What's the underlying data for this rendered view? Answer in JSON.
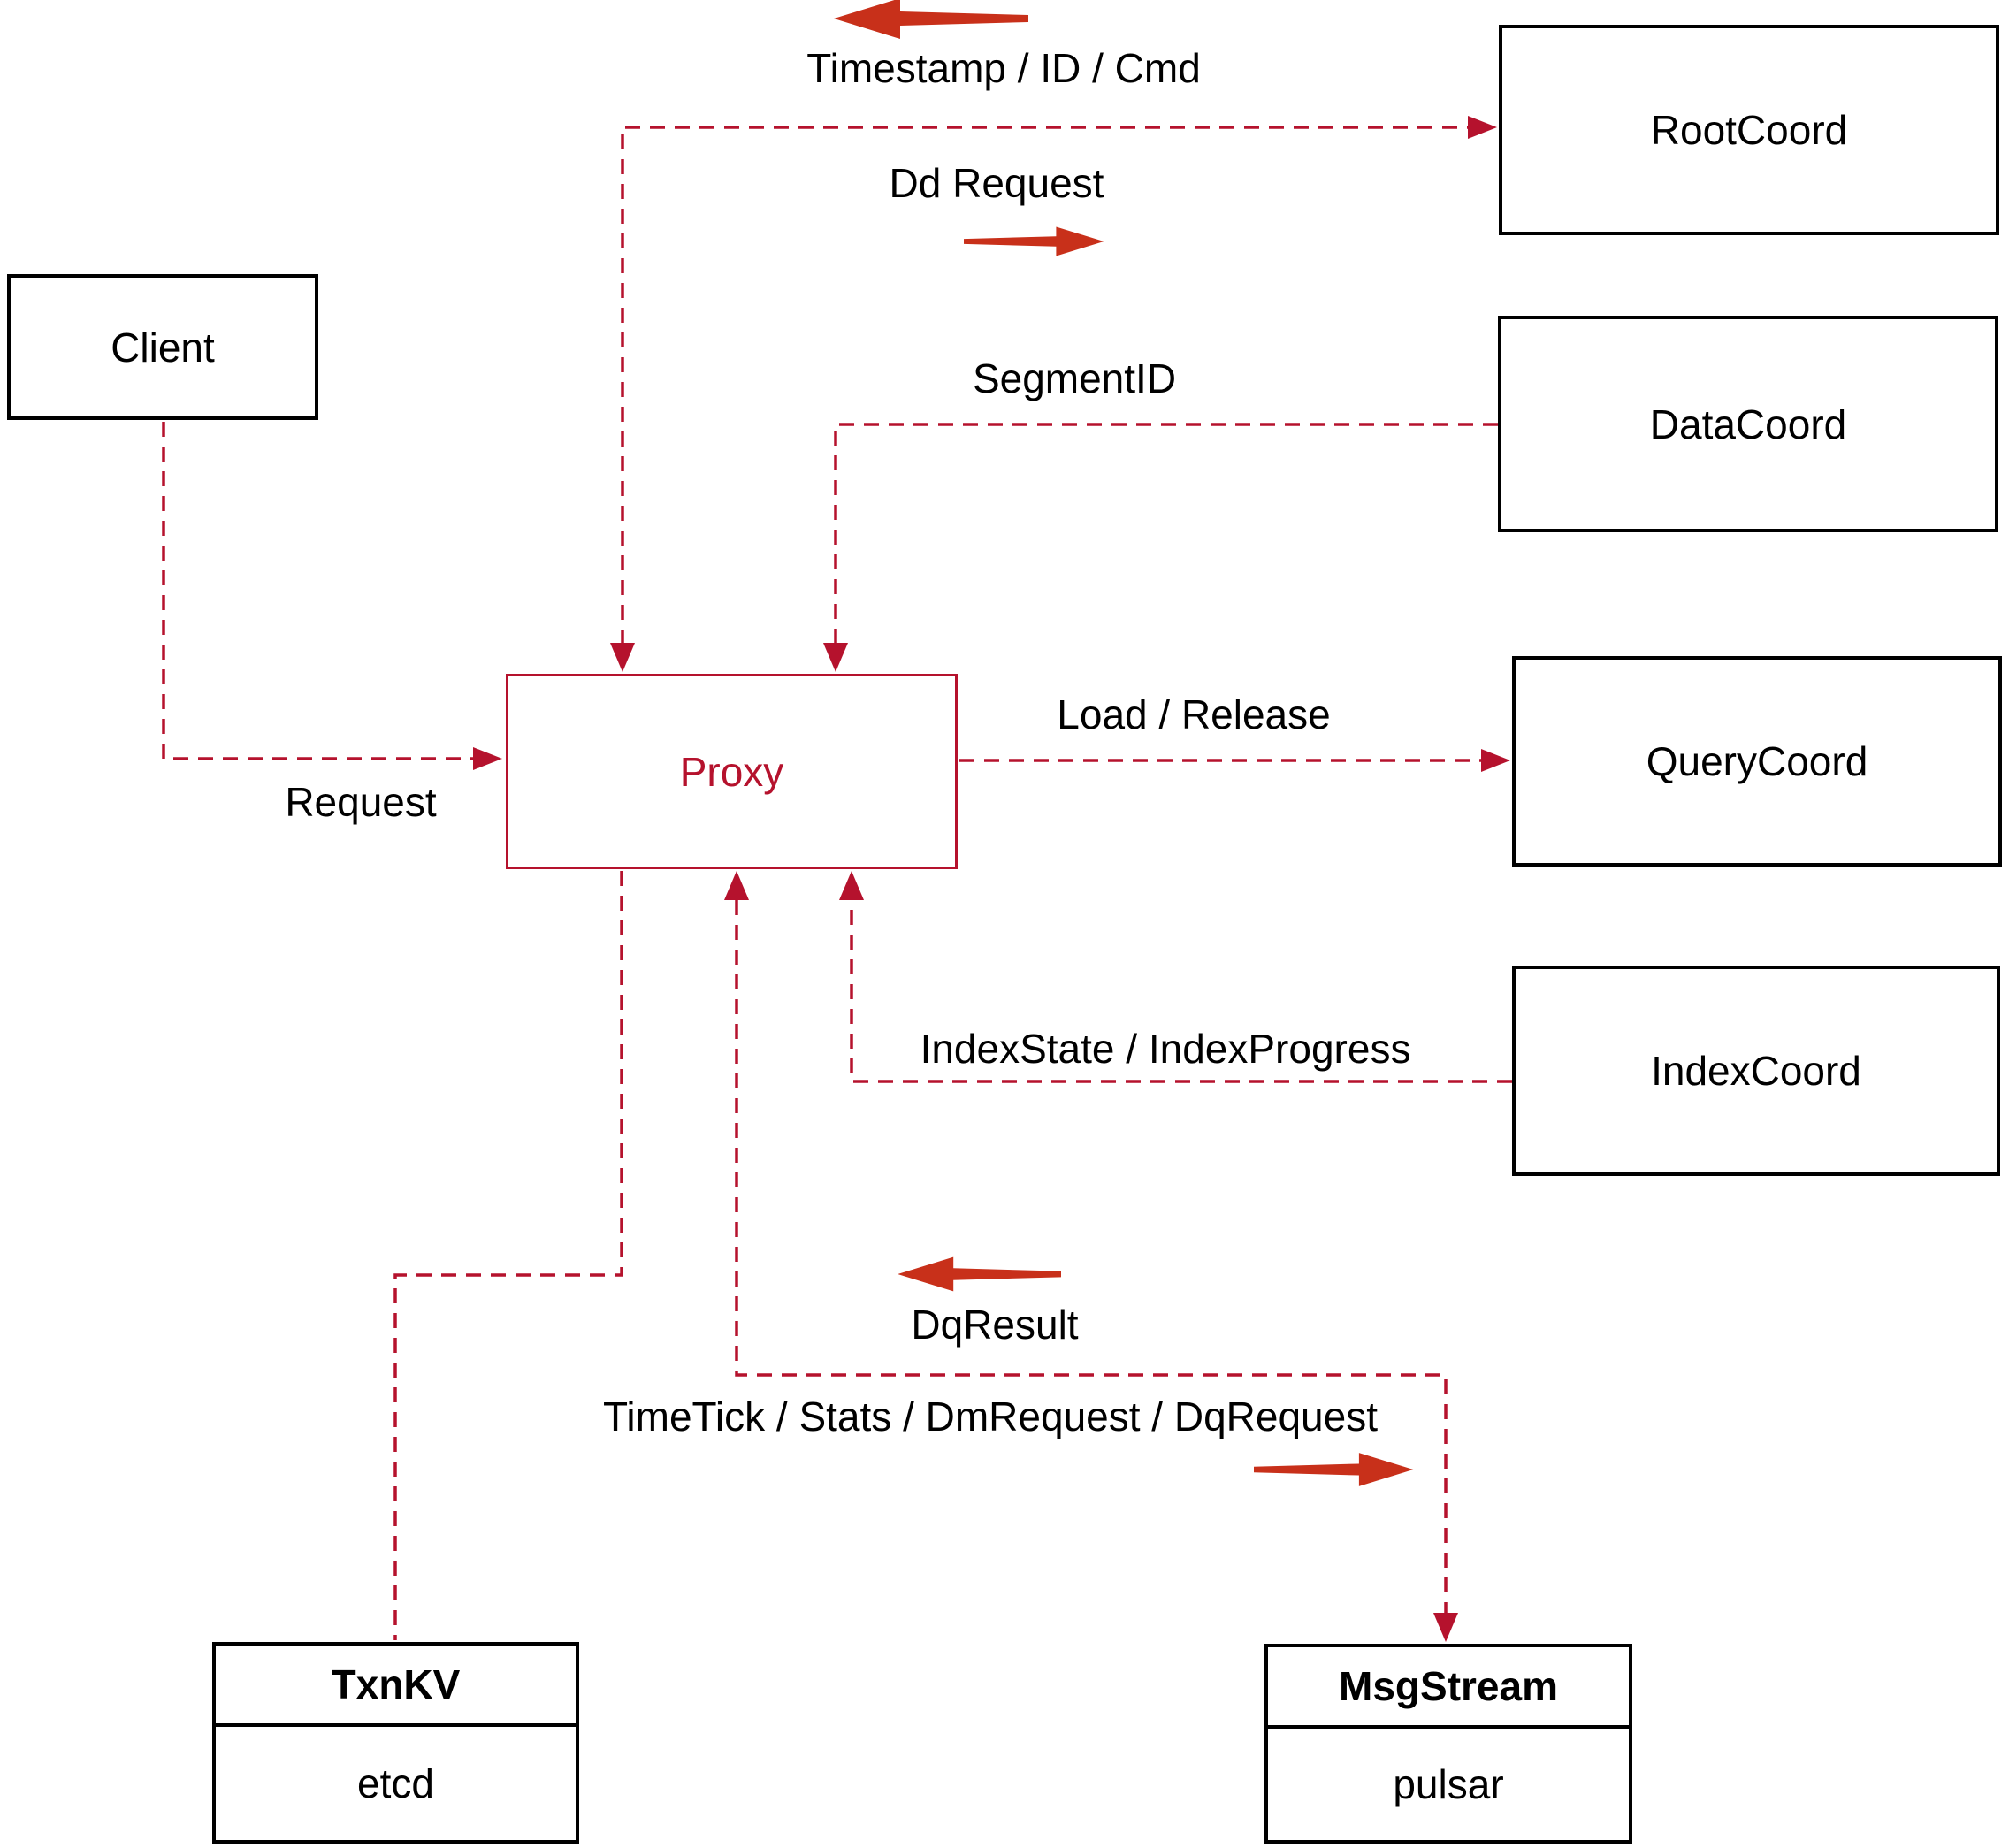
{
  "colors": {
    "line_red": "#b5122d",
    "arrow_red": "#c8301a",
    "box_border": "#000000",
    "text": "#000000",
    "background": "#ffffff"
  },
  "nodes": {
    "client": {
      "label": "Client"
    },
    "proxy": {
      "label": "Proxy"
    },
    "rootcoord": {
      "label": "RootCoord"
    },
    "datacoord": {
      "label": "DataCoord"
    },
    "querycoord": {
      "label": "QueryCoord"
    },
    "indexcoord": {
      "label": "IndexCoord"
    },
    "txnkv": {
      "title": "TxnKV",
      "implementation": "etcd"
    },
    "msgstream": {
      "title": "MsgStream",
      "implementation": "pulsar"
    }
  },
  "edges": {
    "client_proxy": {
      "label": "Request"
    },
    "proxy_rootcoord": {
      "label_return": "Timestamp / ID / Cmd",
      "label_send": "Dd Request"
    },
    "datacoord_proxy": {
      "label": "SegmentID"
    },
    "proxy_querycoord": {
      "label": "Load / Release"
    },
    "indexcoord_proxy": {
      "label": "IndexState / IndexProgress"
    },
    "proxy_msgstream": {
      "label_return": "DqResult",
      "label_send": "TimeTick / Stats / DmRequest / DqRequest"
    },
    "proxy_txnkv": {
      "label": ""
    }
  }
}
